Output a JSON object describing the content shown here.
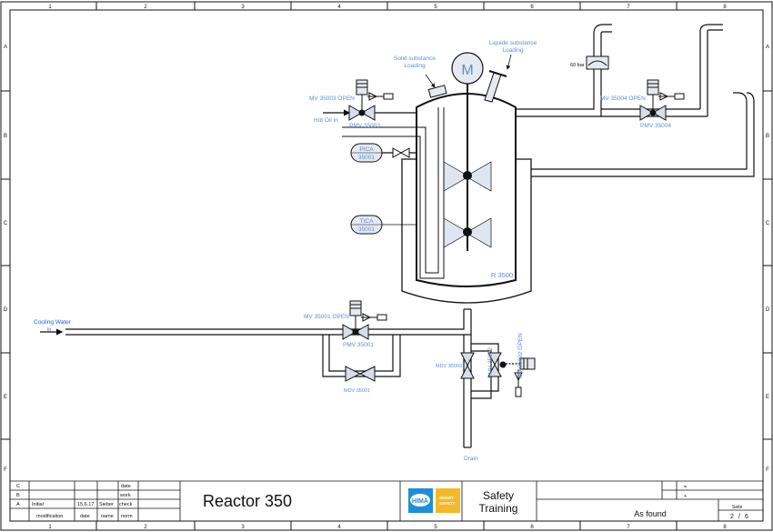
{
  "frame": {
    "columns": [
      "1",
      "2",
      "3",
      "4",
      "5",
      "6",
      "7",
      "8"
    ],
    "rows": [
      "A",
      "B",
      "C",
      "D",
      "E",
      "F"
    ]
  },
  "colors": {
    "line": "#111111",
    "label": "#5b8fd3",
    "bubble_fill": "#e6e9f2",
    "hima_blue": "#1f8ed6",
    "smart_yellow": "#f4b92b"
  },
  "labels": {
    "solid_substance": [
      "Solid substance",
      "Loading"
    ],
    "liquid_substance": [
      "Liquide substance",
      "Loading"
    ],
    "motor": "M",
    "mv35003": "MV 35003 OPEN",
    "hot_oil": "Hot Oil in",
    "pmv35003": "PMV 35003",
    "mv35004": "MV 35004 OPEN",
    "pmv35004": "PMV 35004",
    "pressure_tag": "60 bar",
    "pica": [
      "PICA",
      "35001"
    ],
    "tica": [
      "TICA",
      "35001"
    ],
    "reactor_tag": "R 3500",
    "cooling_water": [
      "Cooling Water",
      "In"
    ],
    "mv35001": "MV 35001 OPEN",
    "pmv35001": "PMV 35001",
    "mdv35001": "MDV 35001",
    "mdv35003": "MDV 35003",
    "pmv35002": "PMV 35002",
    "mv35002": "MV 35002 OPEN",
    "drain": "Drain"
  },
  "title_block": {
    "row_c": "C",
    "row_b": "B",
    "row_a": "A",
    "row_a_desc": "Initial",
    "row_a_date": "15.6.17",
    "row_a_name": "Sieber",
    "col_date": "date",
    "col_work": "work",
    "col_check": "check",
    "hdr_modification": "modification",
    "hdr_date": "date",
    "hdr_name": "name",
    "hdr_norm": "norm",
    "project": "Reactor 350",
    "logo_hima": "HIMA",
    "logo_smart": [
      "SMART",
      "SAFETY"
    ],
    "safety_training": [
      "Safety",
      "Training"
    ],
    "status": "As found",
    "page_label": "Seite",
    "page": "2",
    "page_total": "6",
    "marker_equals": "=",
    "marker_plus": "+"
  }
}
